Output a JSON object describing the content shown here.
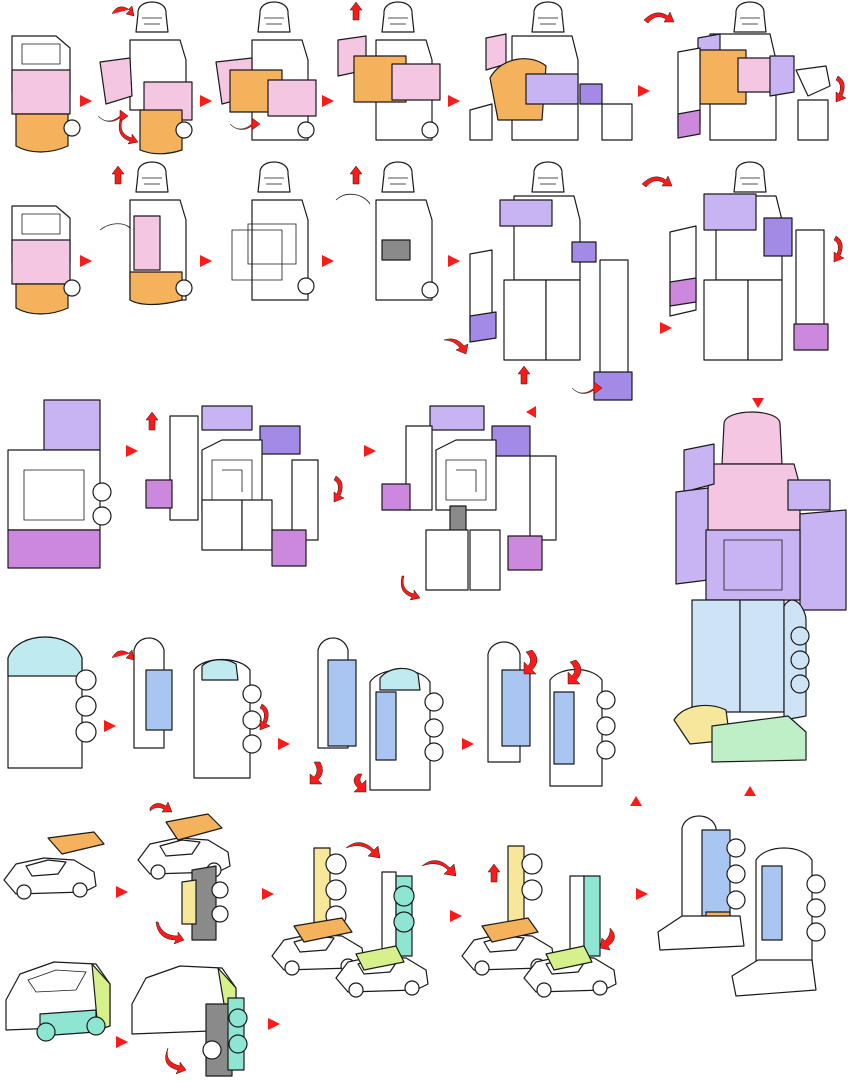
{
  "diagram": {
    "kind": "transformation-instructions",
    "palette": {
      "outline": "#1a1a1a",
      "white": "#ffffff",
      "pink": "#f4c6e2",
      "orange": "#f4b25c",
      "lavender": "#c8b4f2",
      "purple": "#a28ae6",
      "magenta": "#cc88dd",
      "lightblue": "#cfe3f6",
      "blue": "#a9c6f2",
      "cyan": "#bfeaf0",
      "teal": "#8ee6d2",
      "mint": "#bfefc6",
      "yellow": "#f6e79a",
      "lime": "#d6f08c",
      "gray": "#8a8a8a",
      "arrow_red": "#ff1a1a"
    },
    "icons": [
      "step-arrow-icon",
      "rotate-arrow-icon"
    ],
    "sections": [
      {
        "name": "upper-body-sequence-a",
        "steps": 6
      },
      {
        "name": "upper-body-sequence-b",
        "steps": 6
      },
      {
        "name": "torso-assembly-sequence",
        "steps": 3
      },
      {
        "name": "leg-sequence",
        "steps": 4
      },
      {
        "name": "vehicle-sequence-a",
        "steps": 4
      },
      {
        "name": "vehicle-sequence-b",
        "steps": 2
      },
      {
        "name": "completed-robot",
        "steps": 1
      }
    ]
  }
}
